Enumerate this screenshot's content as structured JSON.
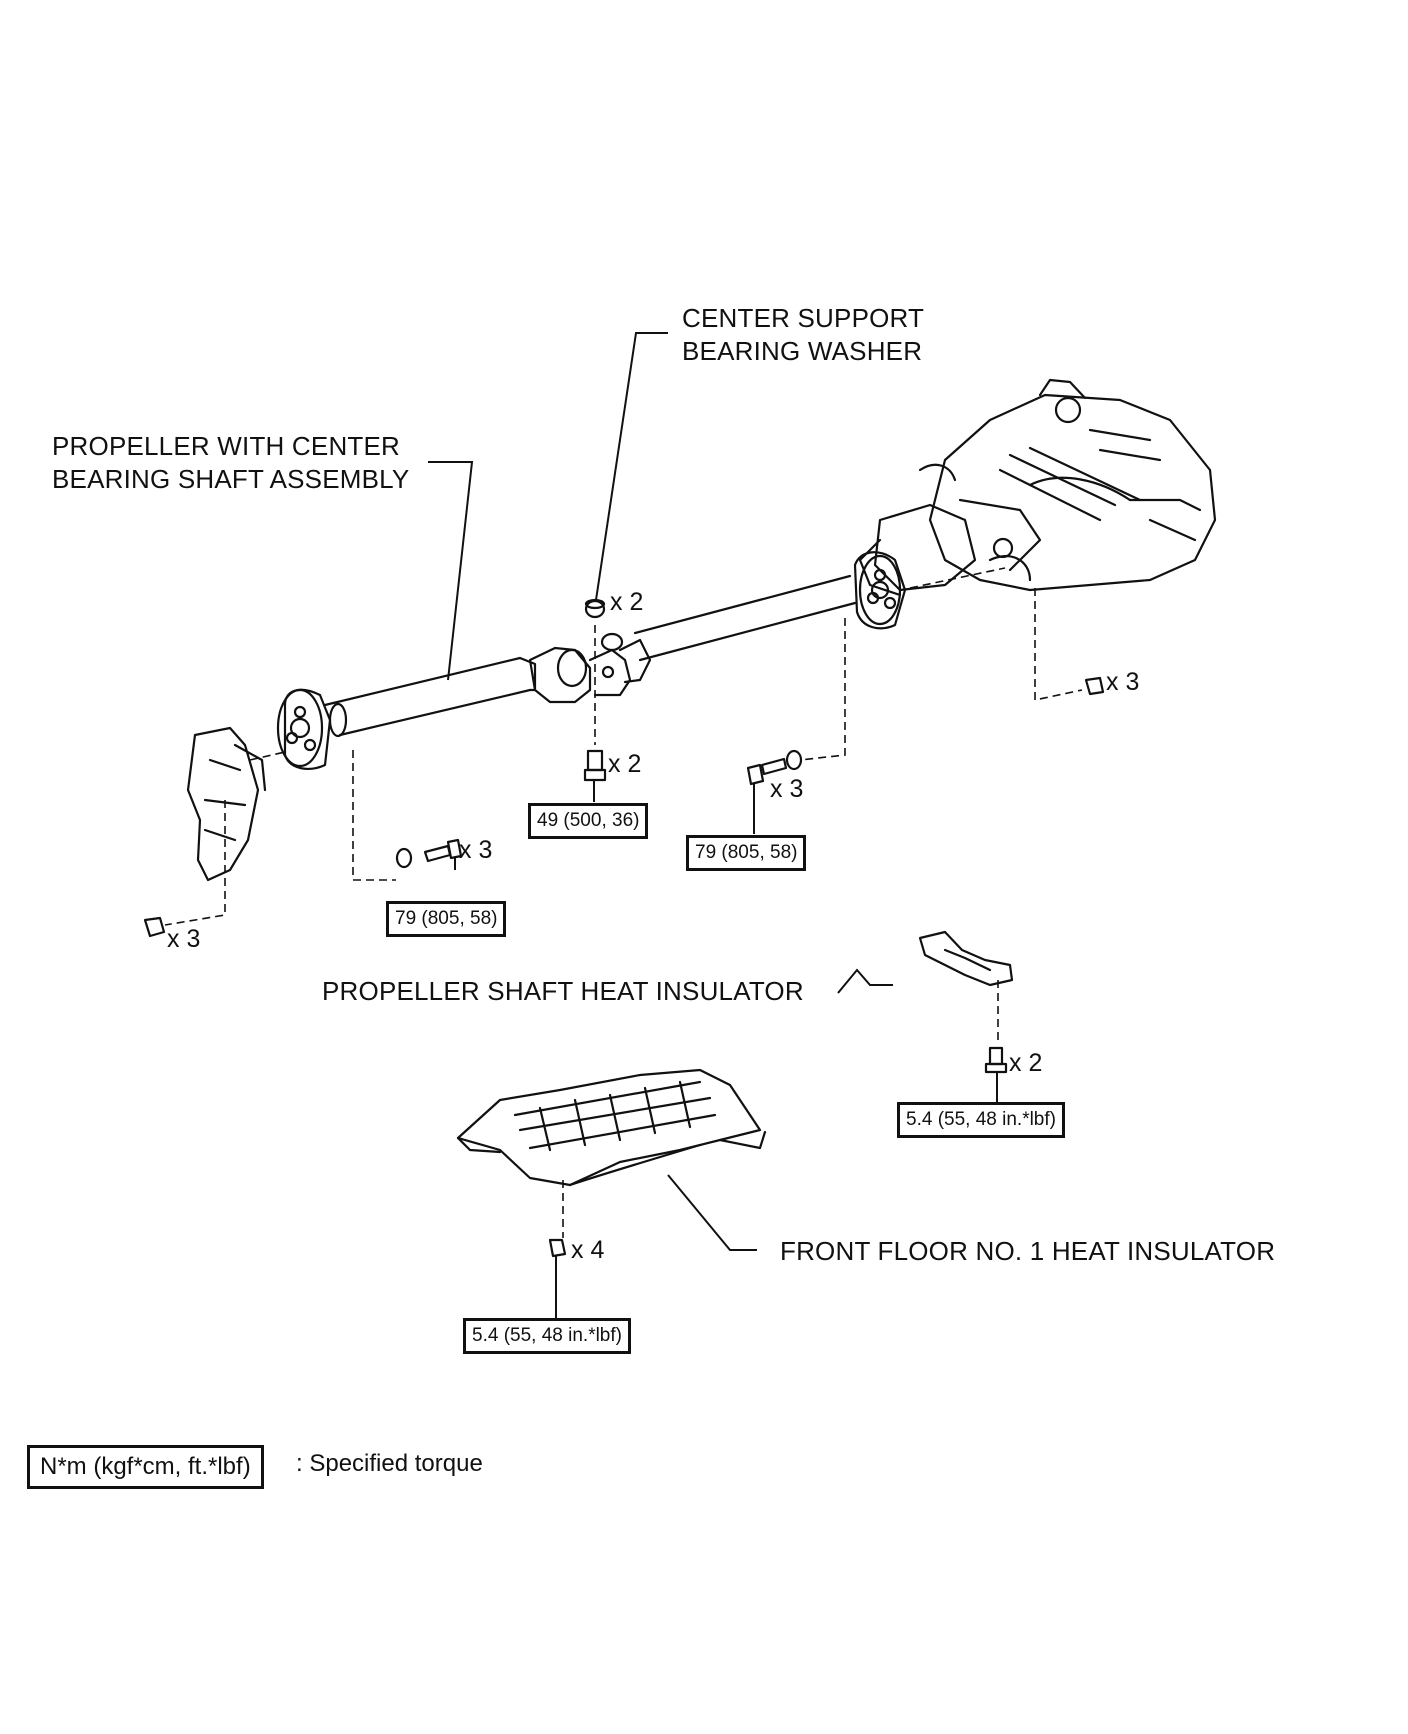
{
  "labels": {
    "center_support_line1": "CENTER SUPPORT",
    "center_support_line2": "BEARING WASHER",
    "propeller_line1": "PROPELLER WITH CENTER",
    "propeller_line2": "BEARING SHAFT ASSEMBLY",
    "shaft_insulator": "PROPELLER SHAFT HEAT INSULATOR",
    "front_floor_insulator": "FRONT FLOOR NO. 1 HEAT INSULATOR"
  },
  "quantities": {
    "washer": "x 2",
    "center_bolt": "x 2",
    "rear_bolt": "x 3",
    "front_bolt": "x 3",
    "front_nut": "x 3",
    "rear_nut": "x 3",
    "insulator_bolt": "x 2",
    "floor_nut": "x 4"
  },
  "torques": {
    "center": "49 (500, 36)",
    "rear": "79 (805, 58)",
    "front": "79 (805, 58)",
    "shaft_insulator": "5.4 (55, 48 in.*lbf)",
    "floor_insulator": "5.4 (55, 48 in.*lbf)"
  },
  "legend": {
    "box": "N*m (kgf*cm, ft.*lbf)",
    "text": ": Specified torque"
  }
}
